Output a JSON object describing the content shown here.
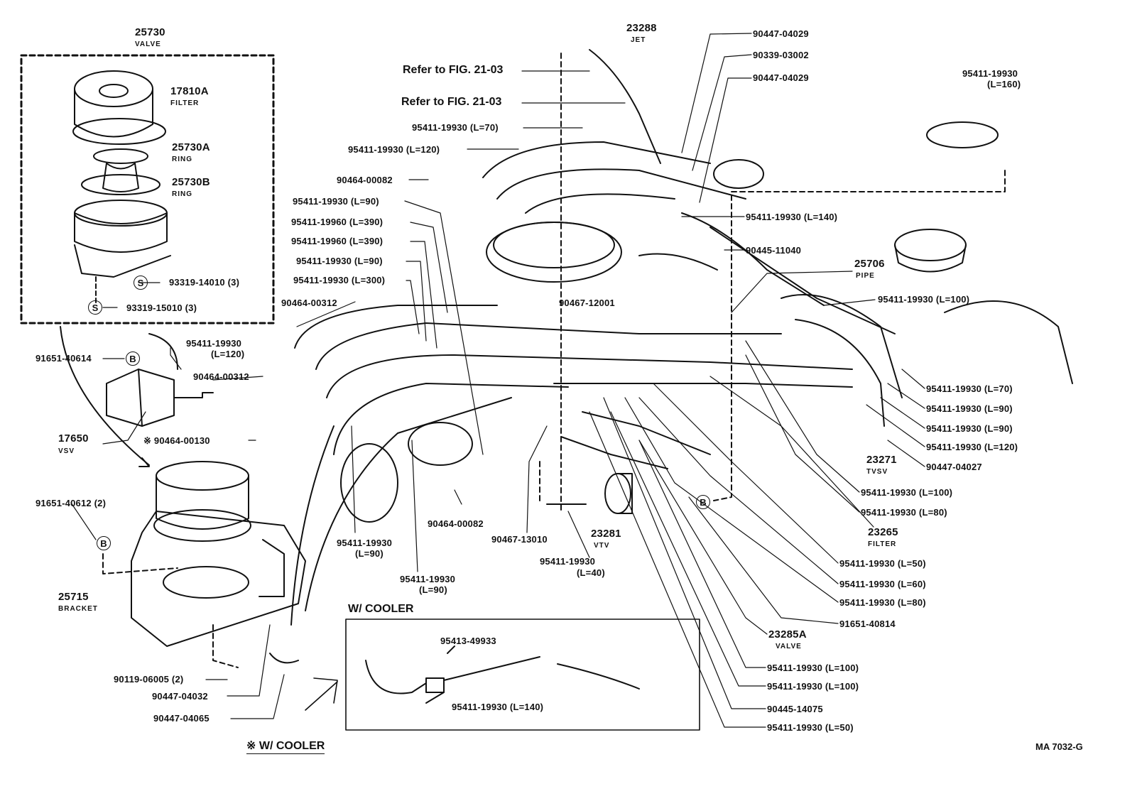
{
  "labels": {
    "valve_no": "25730",
    "valve_name": "VALVE",
    "filter_no": "17810A",
    "filter_name": "FILTER",
    "ring_a_no": "25730A",
    "ring_a_name": "RING",
    "ring_b_no": "25730B",
    "ring_b_name": "RING",
    "screw1": "93319-14010 (3)",
    "screw2": "93319-15010 (3)",
    "s_mark": "S",
    "b_mark": "B",
    "hose_l120_left": "95411-19930",
    "hose_l120_left_len": "(L=120)",
    "bolt_91651_40614": "91651-40614",
    "clip_90464_00312_a": "90464-00312",
    "vsv_no": "17650",
    "vsv_name": "VSV",
    "clip_90464_00130": "※ 90464-00130",
    "bolt_91651_40612": "91651-40612 (2)",
    "bracket_no": "25715",
    "bracket_name": "BRACKET",
    "bolt_90119": "90119-06005 (2)",
    "clamp_90447_04032": "90447-04032",
    "clamp_90447_04065": "90447-04065",
    "cooler_note": "※ W/ COOLER",
    "refer1": "Refer to FIG. 21-03",
    "refer2": "Refer to FIG. 21-03",
    "jet_no": "23288",
    "jet_name": "JET",
    "hose_l70_top": "95411-19930 (L=70)",
    "hose_l120_top": "95411-19930 (L=120)",
    "clip_90464_00082_top": "90464-00082",
    "hose_l90_a": "95411-19930 (L=90)",
    "hose_l390_a": "95411-19960 (L=390)",
    "hose_l390_b": "95411-19960 (L=390)",
    "hose_l90_b": "95411-19930 (L=90)",
    "hose_l300": "95411-19930 (L=300)",
    "clip_90464_00312_b": "90464-00312",
    "clamp_90447_04029_a": "90447-04029",
    "clip_90339_03002": "90339-03002",
    "clamp_90447_04029_b": "90447-04029",
    "hose_l160": "95411-19930",
    "hose_l160_len": "(L=160)",
    "hose_l140_right": "95411-19930 (L=140)",
    "hose_90445_11040": "90445-11040",
    "pipe_no": "25706",
    "pipe_name": "PIPE",
    "clip_90467_12001": "90467-12001",
    "hose_l100_right": "95411-19930 (L=100)",
    "hose_l70_right": "95411-19930 (L=70)",
    "hose_l90_right_a": "95411-19930 (L=90)",
    "hose_l90_right_b": "95411-19930 (L=90)",
    "hose_l120_right": "95411-19930 (L=120)",
    "clamp_90447_04027": "90447-04027",
    "tvsv_no": "23271",
    "tvsv_name": "TVSV",
    "hose_l100_mid": "95411-19930 (L=100)",
    "hose_l80_mid": "95411-19930 (L=80)",
    "filter2_no": "23265",
    "filter2_name": "FILTER",
    "hose_l50_a": "95411-19930 (L=50)",
    "hose_l60": "95411-19930 (L=60)",
    "hose_l80_b": "95411-19930 (L=80)",
    "bolt_91651_40814": "91651-40814",
    "valve2_no": "23285A",
    "valve2_name": "VALVE",
    "hose_l100_b": "95411-19930 (L=100)",
    "hose_l100_c": "95411-19930 (L=100)",
    "hose_90445_14075": "90445-14075",
    "hose_l50_b": "95411-19930 (L=50)",
    "hose_l90_bot_a": "95411-19930",
    "hose_l90_bot_a_len": "(L=90)",
    "hose_l90_bot_b": "95411-19930",
    "hose_l90_bot_b_len": "(L=90)",
    "clip_90464_00082_bot": "90464-00082",
    "clip_90467_13010": "90467-13010",
    "vtv_no": "23281",
    "vtv_name": "VTV",
    "hose_l40": "95411-19930",
    "hose_l40_len": "(L=40)",
    "cooler_box_title": "W/ COOLER",
    "hose_95413": "95413-49933",
    "hose_l140_box": "95411-19930 (L=140)",
    "fig_code": "MA 7032-G"
  }
}
